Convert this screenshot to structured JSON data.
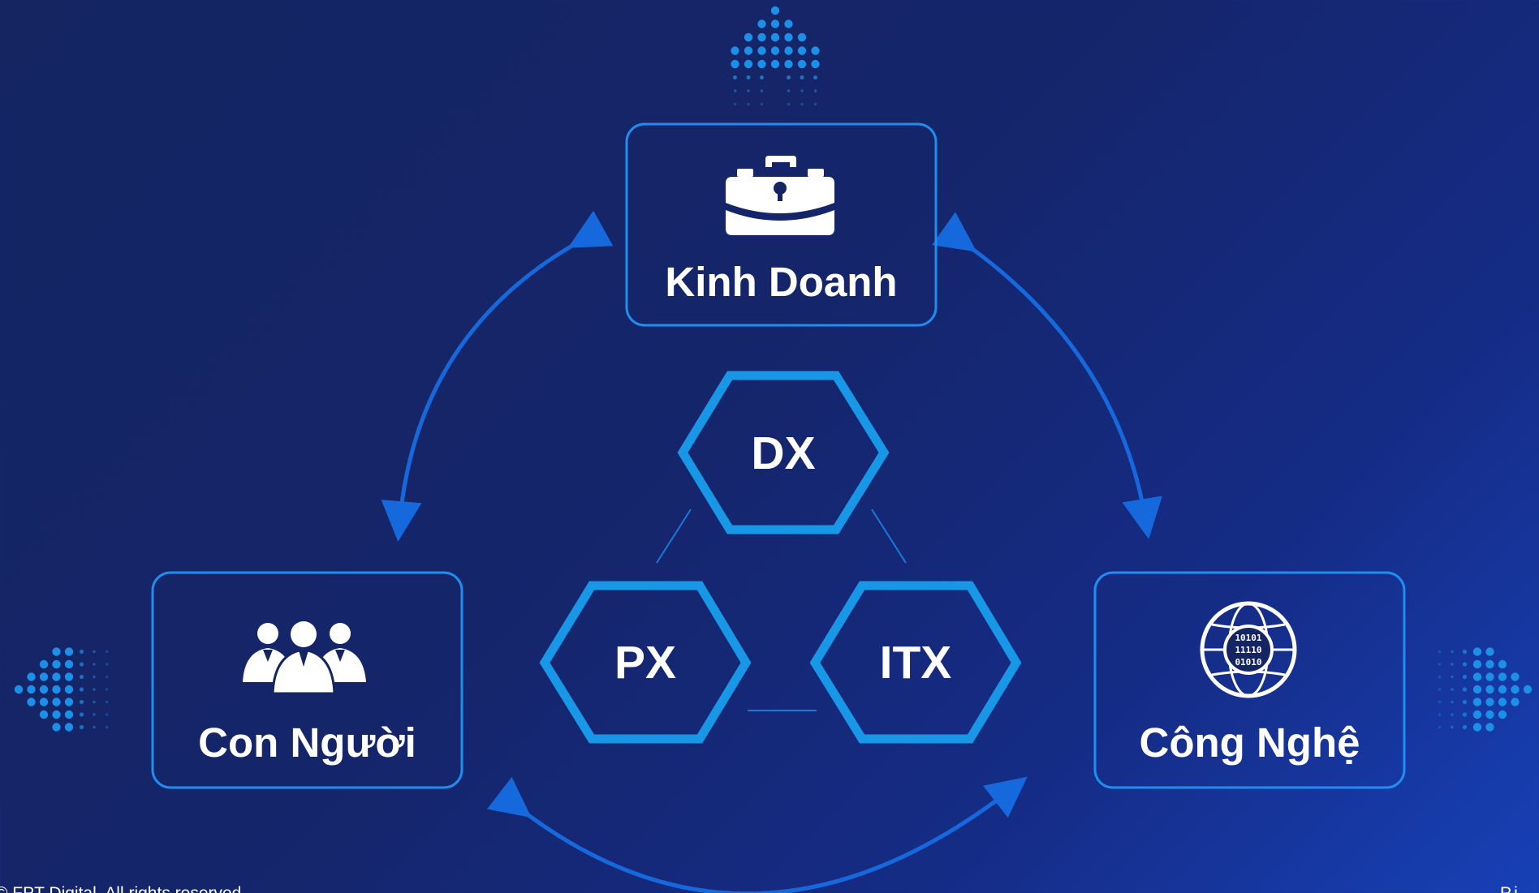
{
  "diagram": {
    "nodes": {
      "business": {
        "label": "Kinh Doanh",
        "icon": "briefcase-icon"
      },
      "people": {
        "label": "Con Người",
        "icon": "people-icon"
      },
      "technology": {
        "label": "Công Nghệ",
        "icon": "globe-binary-icon"
      }
    },
    "hexagons": {
      "dx": {
        "label": "DX"
      },
      "px": {
        "label": "PX"
      },
      "itx": {
        "label": "ITX"
      }
    },
    "connections": [
      {
        "from": "business",
        "to": "people",
        "direction": "both"
      },
      {
        "from": "business",
        "to": "technology",
        "direction": "both"
      },
      {
        "from": "people",
        "to": "technology",
        "direction": "both"
      }
    ]
  },
  "footer": {
    "copyright": "© FPT Digital. All rights reserved.",
    "right_text": "P.i"
  },
  "colors": {
    "background": "#152a7a",
    "box_border": "#1e90ff",
    "hexagon": "#1797e6",
    "arrow": "#1463d6",
    "text": "#ffffff",
    "dots": "#1c8fe8"
  }
}
